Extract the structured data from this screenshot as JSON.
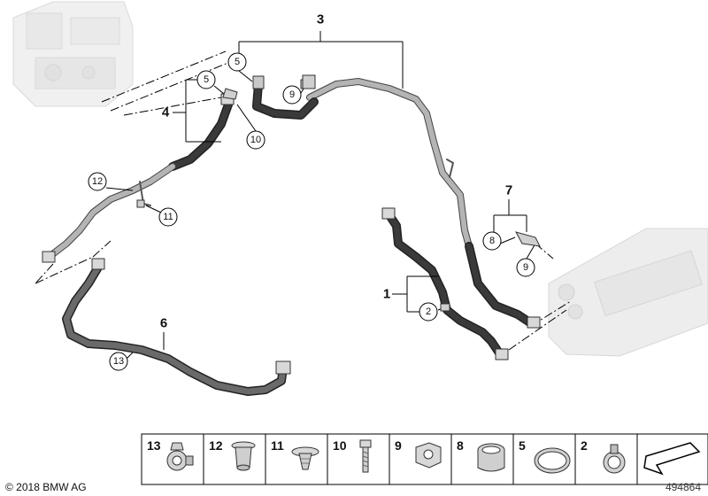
{
  "groups": {
    "g1": "1",
    "g3": "3",
    "g4": "4",
    "g6": "6",
    "g7": "7"
  },
  "callouts": {
    "c5a": "5",
    "c5b": "5",
    "c9a": "9",
    "c9b": "9",
    "c10": "10",
    "c12": "12",
    "c11": "11",
    "c13": "13",
    "c8": "8",
    "c2": "2"
  },
  "legend": {
    "items": [
      "13",
      "12",
      "11",
      "10",
      "9",
      "8",
      "5",
      "2"
    ]
  },
  "footer": {
    "copyright": "© 2018 BMW AG",
    "drawing_id": "494864"
  },
  "colors": {
    "hose_dark": "#2e2e2e",
    "hose_gray": "#9a9a9a",
    "component_gray": "#d9d9d9",
    "line": "#000000"
  }
}
